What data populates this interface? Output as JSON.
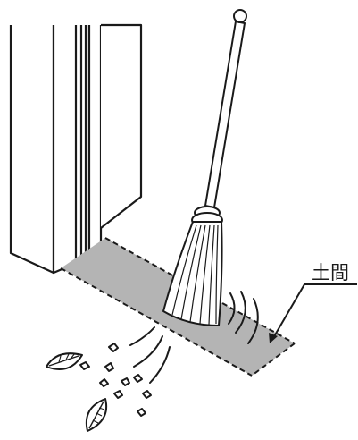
{
  "figure": {
    "label": "土間",
    "colors": {
      "line": "#1a1a1a",
      "floor_fill": "#b4b4b4",
      "background": "#ffffff"
    },
    "icons": [
      "door-frame",
      "broom-icon",
      "leaf-icon",
      "dust-particle-icon",
      "motion-lines"
    ]
  }
}
